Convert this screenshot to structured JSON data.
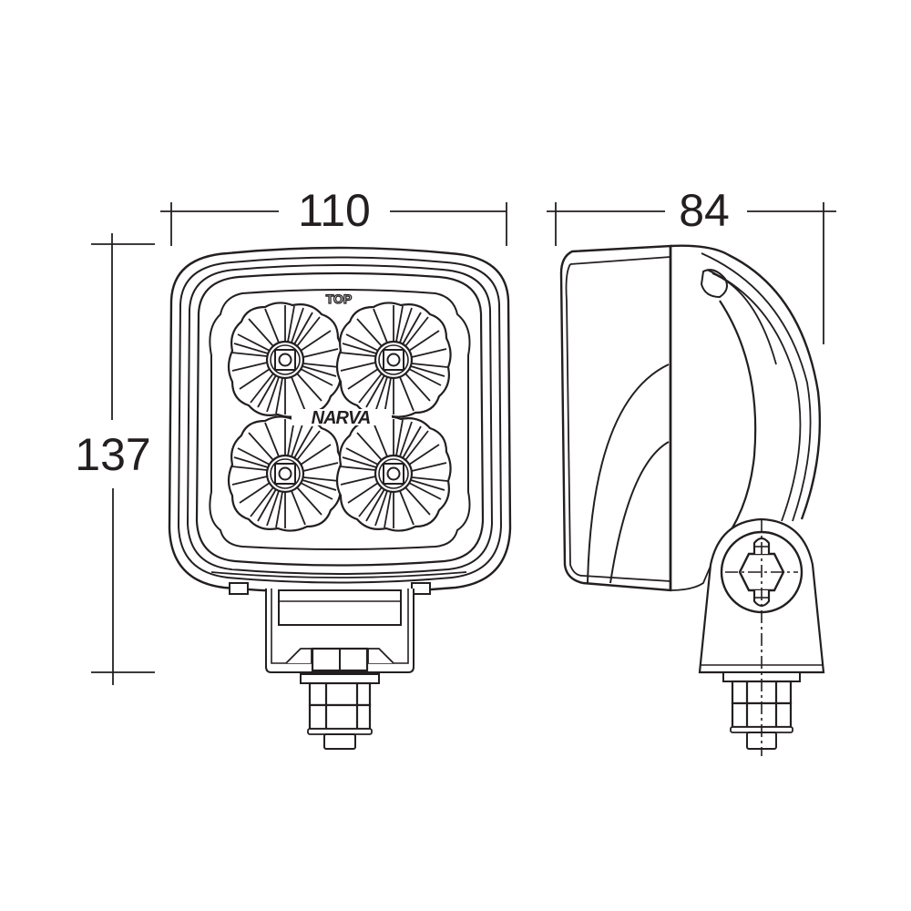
{
  "drawing": {
    "title": "LED work lamp technical drawing",
    "units": "mm",
    "stroke_color": "#231f20",
    "background": "#ffffff"
  },
  "dimensions": {
    "width": "110",
    "depth": "84",
    "height": "137"
  },
  "front_view": {
    "label_top": "TOP",
    "brand": "NARVA",
    "lens_count": 4
  },
  "side_view": {
    "mount": "pivot bracket with hex bolt"
  }
}
